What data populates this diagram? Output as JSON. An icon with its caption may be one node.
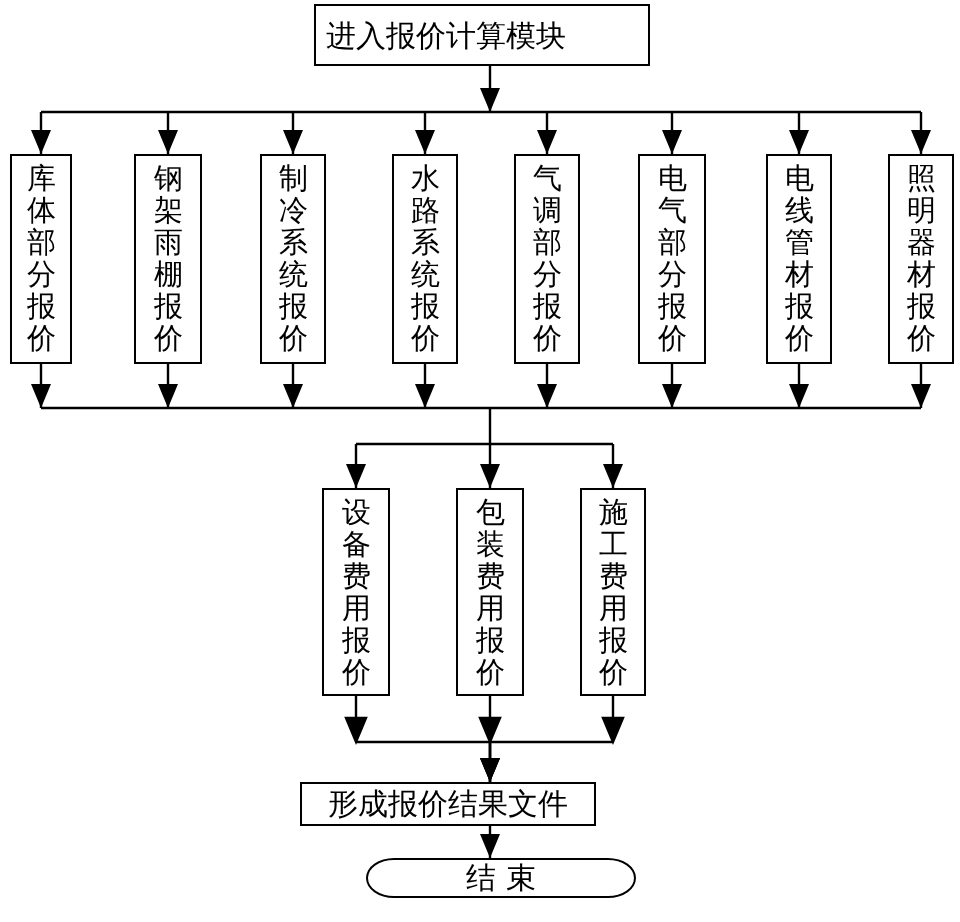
{
  "diagram": {
    "nodes": [
      {
        "text": [
          "进入报价计算模块"
        ]
      },
      {
        "text": [
          "库体部分报价"
        ]
      },
      {
        "text": [
          "钢架雨棚报价"
        ]
      },
      {
        "text": [
          "制冷系统报价"
        ]
      },
      {
        "text": [
          "水路系统报价"
        ]
      },
      {
        "text": [
          "气调部分报价"
        ]
      },
      {
        "text": [
          "电气部分报价"
        ]
      },
      {
        "text": [
          "电线管材报价"
        ]
      },
      {
        "text": [
          "照明器材报价"
        ]
      },
      {
        "text": [
          "设备费用报价"
        ]
      },
      {
        "text": [
          "包装费用报价"
        ]
      },
      {
        "text": [
          "施工费用报价"
        ]
      },
      {
        "text": [
          "形成报价结果文件"
        ]
      },
      {
        "text": [
          "结 束"
        ]
      }
    ],
    "edges": [
      {
        "from": 0,
        "to": 1,
        "arrow": "to"
      },
      {
        "from": 0,
        "to": 2,
        "arrow": "to"
      },
      {
        "from": 0,
        "to": 3,
        "arrow": "to"
      },
      {
        "from": 0,
        "to": 4,
        "arrow": "to"
      },
      {
        "from": 0,
        "to": 5,
        "arrow": "to"
      },
      {
        "from": 0,
        "to": 6,
        "arrow": "to"
      },
      {
        "from": 0,
        "to": 7,
        "arrow": "to"
      },
      {
        "from": 0,
        "to": 8,
        "arrow": "to"
      },
      {
        "from": 1,
        "to": 9,
        "arrow": "to"
      },
      {
        "from": 1,
        "to": 10,
        "arrow": "to"
      },
      {
        "from": 1,
        "to": 11,
        "arrow": "to"
      },
      {
        "from": 2,
        "to": 9,
        "arrow": "to"
      },
      {
        "from": 2,
        "to": 10,
        "arrow": "to"
      },
      {
        "from": 2,
        "to": 11,
        "arrow": "to"
      },
      {
        "from": 3,
        "to": 9,
        "arrow": "to"
      },
      {
        "from": 3,
        "to": 10,
        "arrow": "to"
      },
      {
        "from": 3,
        "to": 11,
        "arrow": "to"
      },
      {
        "from": 4,
        "to": 9,
        "arrow": "to"
      },
      {
        "from": 4,
        "to": 10,
        "arrow": "to"
      },
      {
        "from": 4,
        "to": 11,
        "arrow": "to"
      },
      {
        "from": 5,
        "to": 9,
        "arrow": "to"
      },
      {
        "from": 5,
        "to": 10,
        "arrow": "to"
      },
      {
        "from": 5,
        "to": 11,
        "arrow": "to"
      },
      {
        "from": 6,
        "to": 9,
        "arrow": "to"
      },
      {
        "from": 6,
        "to": 10,
        "arrow": "to"
      },
      {
        "from": 6,
        "to": 11,
        "arrow": "to"
      },
      {
        "from": 7,
        "to": 9,
        "arrow": "to"
      },
      {
        "from": 7,
        "to": 10,
        "arrow": "to"
      },
      {
        "from": 7,
        "to": 11,
        "arrow": "to"
      },
      {
        "from": 8,
        "to": 9,
        "arrow": "to"
      },
      {
        "from": 8,
        "to": 10,
        "arrow": "to"
      },
      {
        "from": 8,
        "to": 11,
        "arrow": "to"
      },
      {
        "from": 9,
        "to": 12,
        "arrow": "to"
      },
      {
        "from": 10,
        "to": 12,
        "arrow": "to"
      },
      {
        "from": 11,
        "to": 12,
        "arrow": "to"
      },
      {
        "from": 12,
        "to": 13,
        "arrow": "to"
      }
    ]
  }
}
